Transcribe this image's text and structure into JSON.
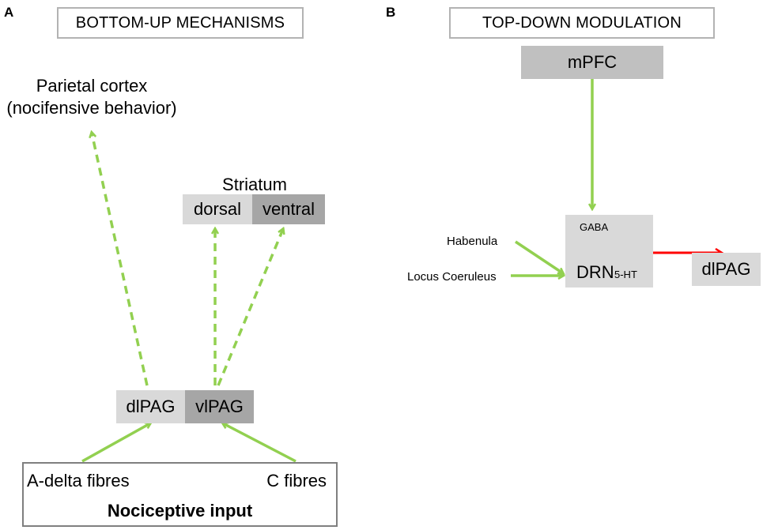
{
  "panelA": {
    "letter": "A",
    "title": "BOTTOM-UP MECHANISMS",
    "parietal_line1": "Parietal cortex",
    "parietal_line2": "(nocifensive behavior)",
    "striatum": "Striatum",
    "dorsal": "dorsal",
    "ventral": "ventral",
    "dlpag": "dlPAG",
    "vlpag": "vlPAG",
    "a_delta": "A-delta fibres",
    "c_fibres": "C fibres",
    "nociceptive": "Nociceptive input"
  },
  "panelB": {
    "letter": "B",
    "title": "TOP-DOWN MODULATION",
    "mpfc": "mPFC",
    "gaba": "GABA",
    "drn": "DRN",
    "ht5": "5-HT",
    "habenula": "Habenula",
    "locus": "Locus Coeruleus",
    "dlpag": "dlPAG"
  },
  "colors": {
    "green_arrow": "#92d050",
    "red_arrow": "#ff0000",
    "box_light": "#d9d9d9",
    "box_dark": "#a6a6a6",
    "box_mid": "#c0c0c0",
    "border": "#b3b3b3"
  }
}
